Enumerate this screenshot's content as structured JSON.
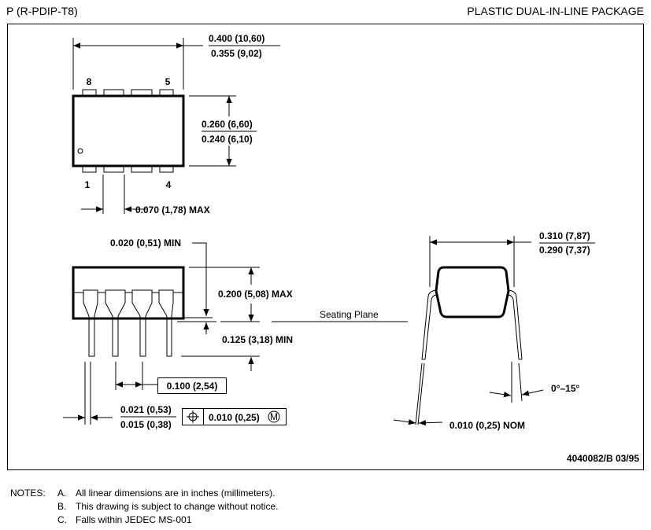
{
  "header": {
    "left_title": "P (R-PDIP-T8)",
    "right_title": "PLASTIC DUAL-IN-LINE PACKAGE"
  },
  "top_view": {
    "pin_labels": [
      "8",
      "5",
      "1",
      "4"
    ],
    "width_max": "0.400 (10,60)",
    "width_min": "0.355 (9,02)",
    "body_max": "0.260 (6,60)",
    "body_min": "0.240 (6,10)",
    "shoulder": "0.070 (1,78) MAX"
  },
  "side_view": {
    "standoff": "0.020 (0,51) MIN",
    "height": "0.200 (5,08) MAX",
    "seating_plane": "Seating Plane",
    "lead_length": "0.125 (3,18) MIN",
    "pitch": "0.100 (2,54)",
    "lead_width_max": "0.021 (0,53)",
    "lead_width_min": "0.015 (0,38)",
    "tolerance": "0.010 (0,25)",
    "tolerance_modifier": "M"
  },
  "end_view": {
    "span_max": "0.310 (7,87)",
    "span_min": "0.290 (7,37)",
    "angle": "0°–15°",
    "thickness": "0.010 (0,25) NOM"
  },
  "drawing_id": "4040082/B 03/95",
  "notes": {
    "label": "NOTES:",
    "items": [
      {
        "letter": "A.",
        "text": "All linear dimensions are in inches (millimeters)."
      },
      {
        "letter": "B.",
        "text": "This drawing is subject to change without notice."
      },
      {
        "letter": "C.",
        "text": "Falls within JEDEC MS-001"
      }
    ]
  }
}
